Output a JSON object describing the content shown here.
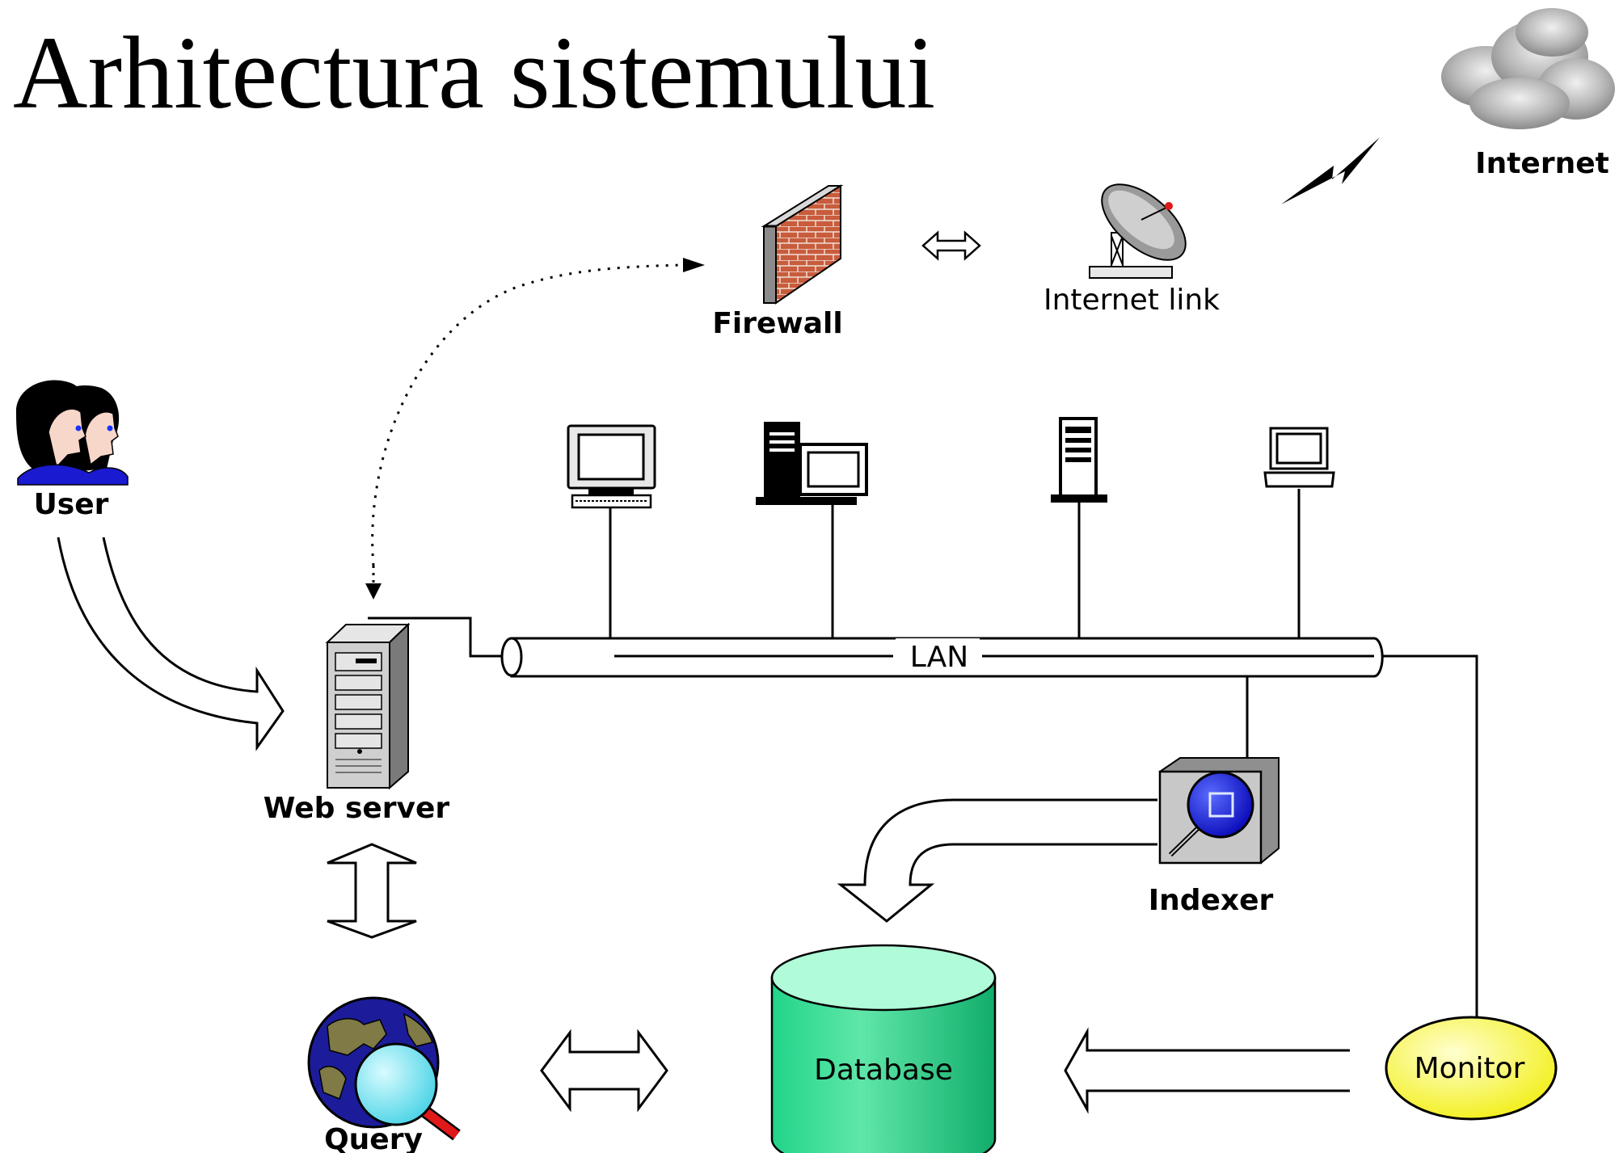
{
  "slide": {
    "title": "Arhitectura sistemului"
  },
  "diagram": {
    "nodes": {
      "internet": "Internet",
      "internet_link": "Internet link",
      "firewall": "Firewall",
      "user": "User",
      "web_server": "Web server",
      "lan": "LAN",
      "indexer": "Indexer",
      "query": "Query",
      "database": "Database",
      "monitor": "Monitor"
    },
    "icons": [
      "cloud-icon",
      "lightning-icon",
      "satellite-dish-icon",
      "firewall-icon",
      "users-icon",
      "server-tower-icon",
      "workstation-icon",
      "desktop-computer-icon",
      "tower-server-icon",
      "laptop-icon",
      "magnifier-icon",
      "globe-magnifier-icon",
      "database-cylinder-icon"
    ],
    "colors": {
      "firewall_brick": "#c65a3a",
      "database_fill": "#1ec27c",
      "database_top": "#aefad6",
      "monitor_fill": "#fffd30",
      "indexer_lens": "#1b1bdc",
      "query_lens": "#7cecf6",
      "query_handle": "#e01818",
      "globe_ocean": "#1c1c9a",
      "globe_land": "#7f7a46",
      "cloud": "#a8a8a8"
    }
  }
}
